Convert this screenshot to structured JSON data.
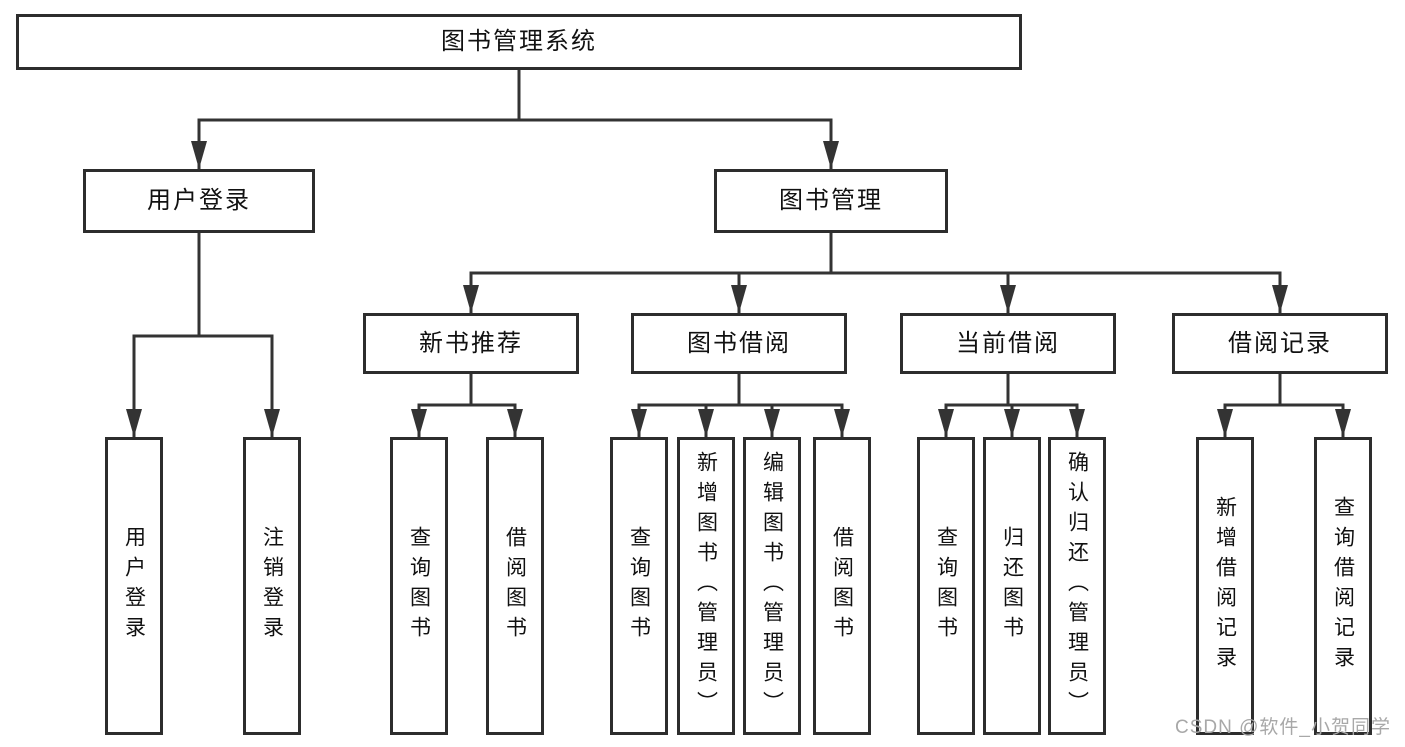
{
  "colors": {
    "line": "#333333",
    "box_border": "#2d2d2d",
    "text": "#111111",
    "background": "#ffffff",
    "watermark": "#a8a8a8"
  },
  "root": {
    "label": "图书管理系统"
  },
  "login": {
    "label": "用户登录",
    "children": [
      {
        "label": "用户登录"
      },
      {
        "label": "注销登录"
      }
    ]
  },
  "management": {
    "label": "图书管理",
    "groups": [
      {
        "label": "新书推荐",
        "children": [
          {
            "label": "查询图书"
          },
          {
            "label": "借阅图书"
          }
        ]
      },
      {
        "label": "图书借阅",
        "children": [
          {
            "label": "查询图书"
          },
          {
            "label": "新增图书（管理员）"
          },
          {
            "label": "编辑图书（管理员）"
          },
          {
            "label": "借阅图书"
          }
        ]
      },
      {
        "label": "当前借阅",
        "children": [
          {
            "label": "查询图书"
          },
          {
            "label": "归还图书"
          },
          {
            "label": "确认归还（管理员）"
          }
        ]
      },
      {
        "label": "借阅记录",
        "children": [
          {
            "label": "新增借阅记录"
          },
          {
            "label": "查询借阅记录"
          }
        ]
      }
    ]
  },
  "watermark": {
    "text": "CSDN @软件_小贺同学"
  }
}
